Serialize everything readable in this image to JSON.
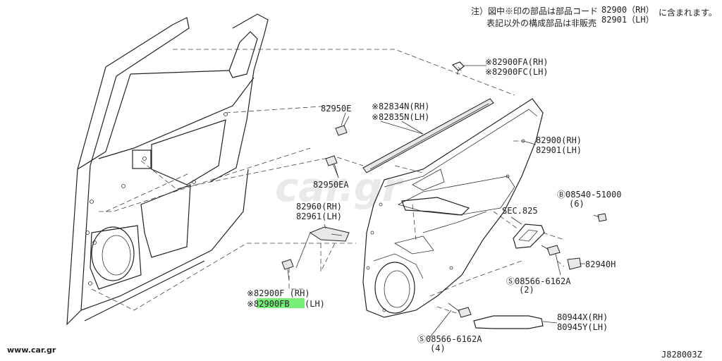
{
  "note": {
    "line1_a": "注）図中※印の部品は部品コード",
    "line1_b": "82900（RH）",
    "line1_c": "に含まれます。",
    "line2_a": "表記以外の構成部品は非販売",
    "line2_b": "82901（LH）"
  },
  "labels": {
    "clip_fa": "※82900FA(RH)",
    "clip_fc": "※82900FC(LH)",
    "p82950e": "82950E",
    "p82834n": "※82834N(RH)",
    "p82835n": "※82835N(LH)",
    "p82900": "82900(RH)",
    "p82901": "82901(LH)",
    "p82950ea": "82950EA",
    "p82960": "82960(RH)",
    "p82961": "82961(LH)",
    "p08540": "Ⓑ08540-51000",
    "p08540_qty": "(6)",
    "sec825": "SEC.825",
    "p82940h": "82940H",
    "p08566a": "Ⓢ08566-6162A",
    "p08566a_qty": "(2)",
    "p82900f": "※82900F (RH)",
    "p82900fb": "※82900FB",
    "p82900fb_lh": "(LH)",
    "p80944x": "80944X(RH)",
    "p80945y": "80945Y(LH)",
    "p08566b": "Ⓢ08566-6162A",
    "p08566b_qty": "(4)"
  },
  "watermark": {
    "center": "car.gr",
    "corner": "www.car.gr"
  },
  "figure_code": "J828003Z",
  "colors": {
    "highlight": "#77ee77",
    "line": "#222222"
  }
}
